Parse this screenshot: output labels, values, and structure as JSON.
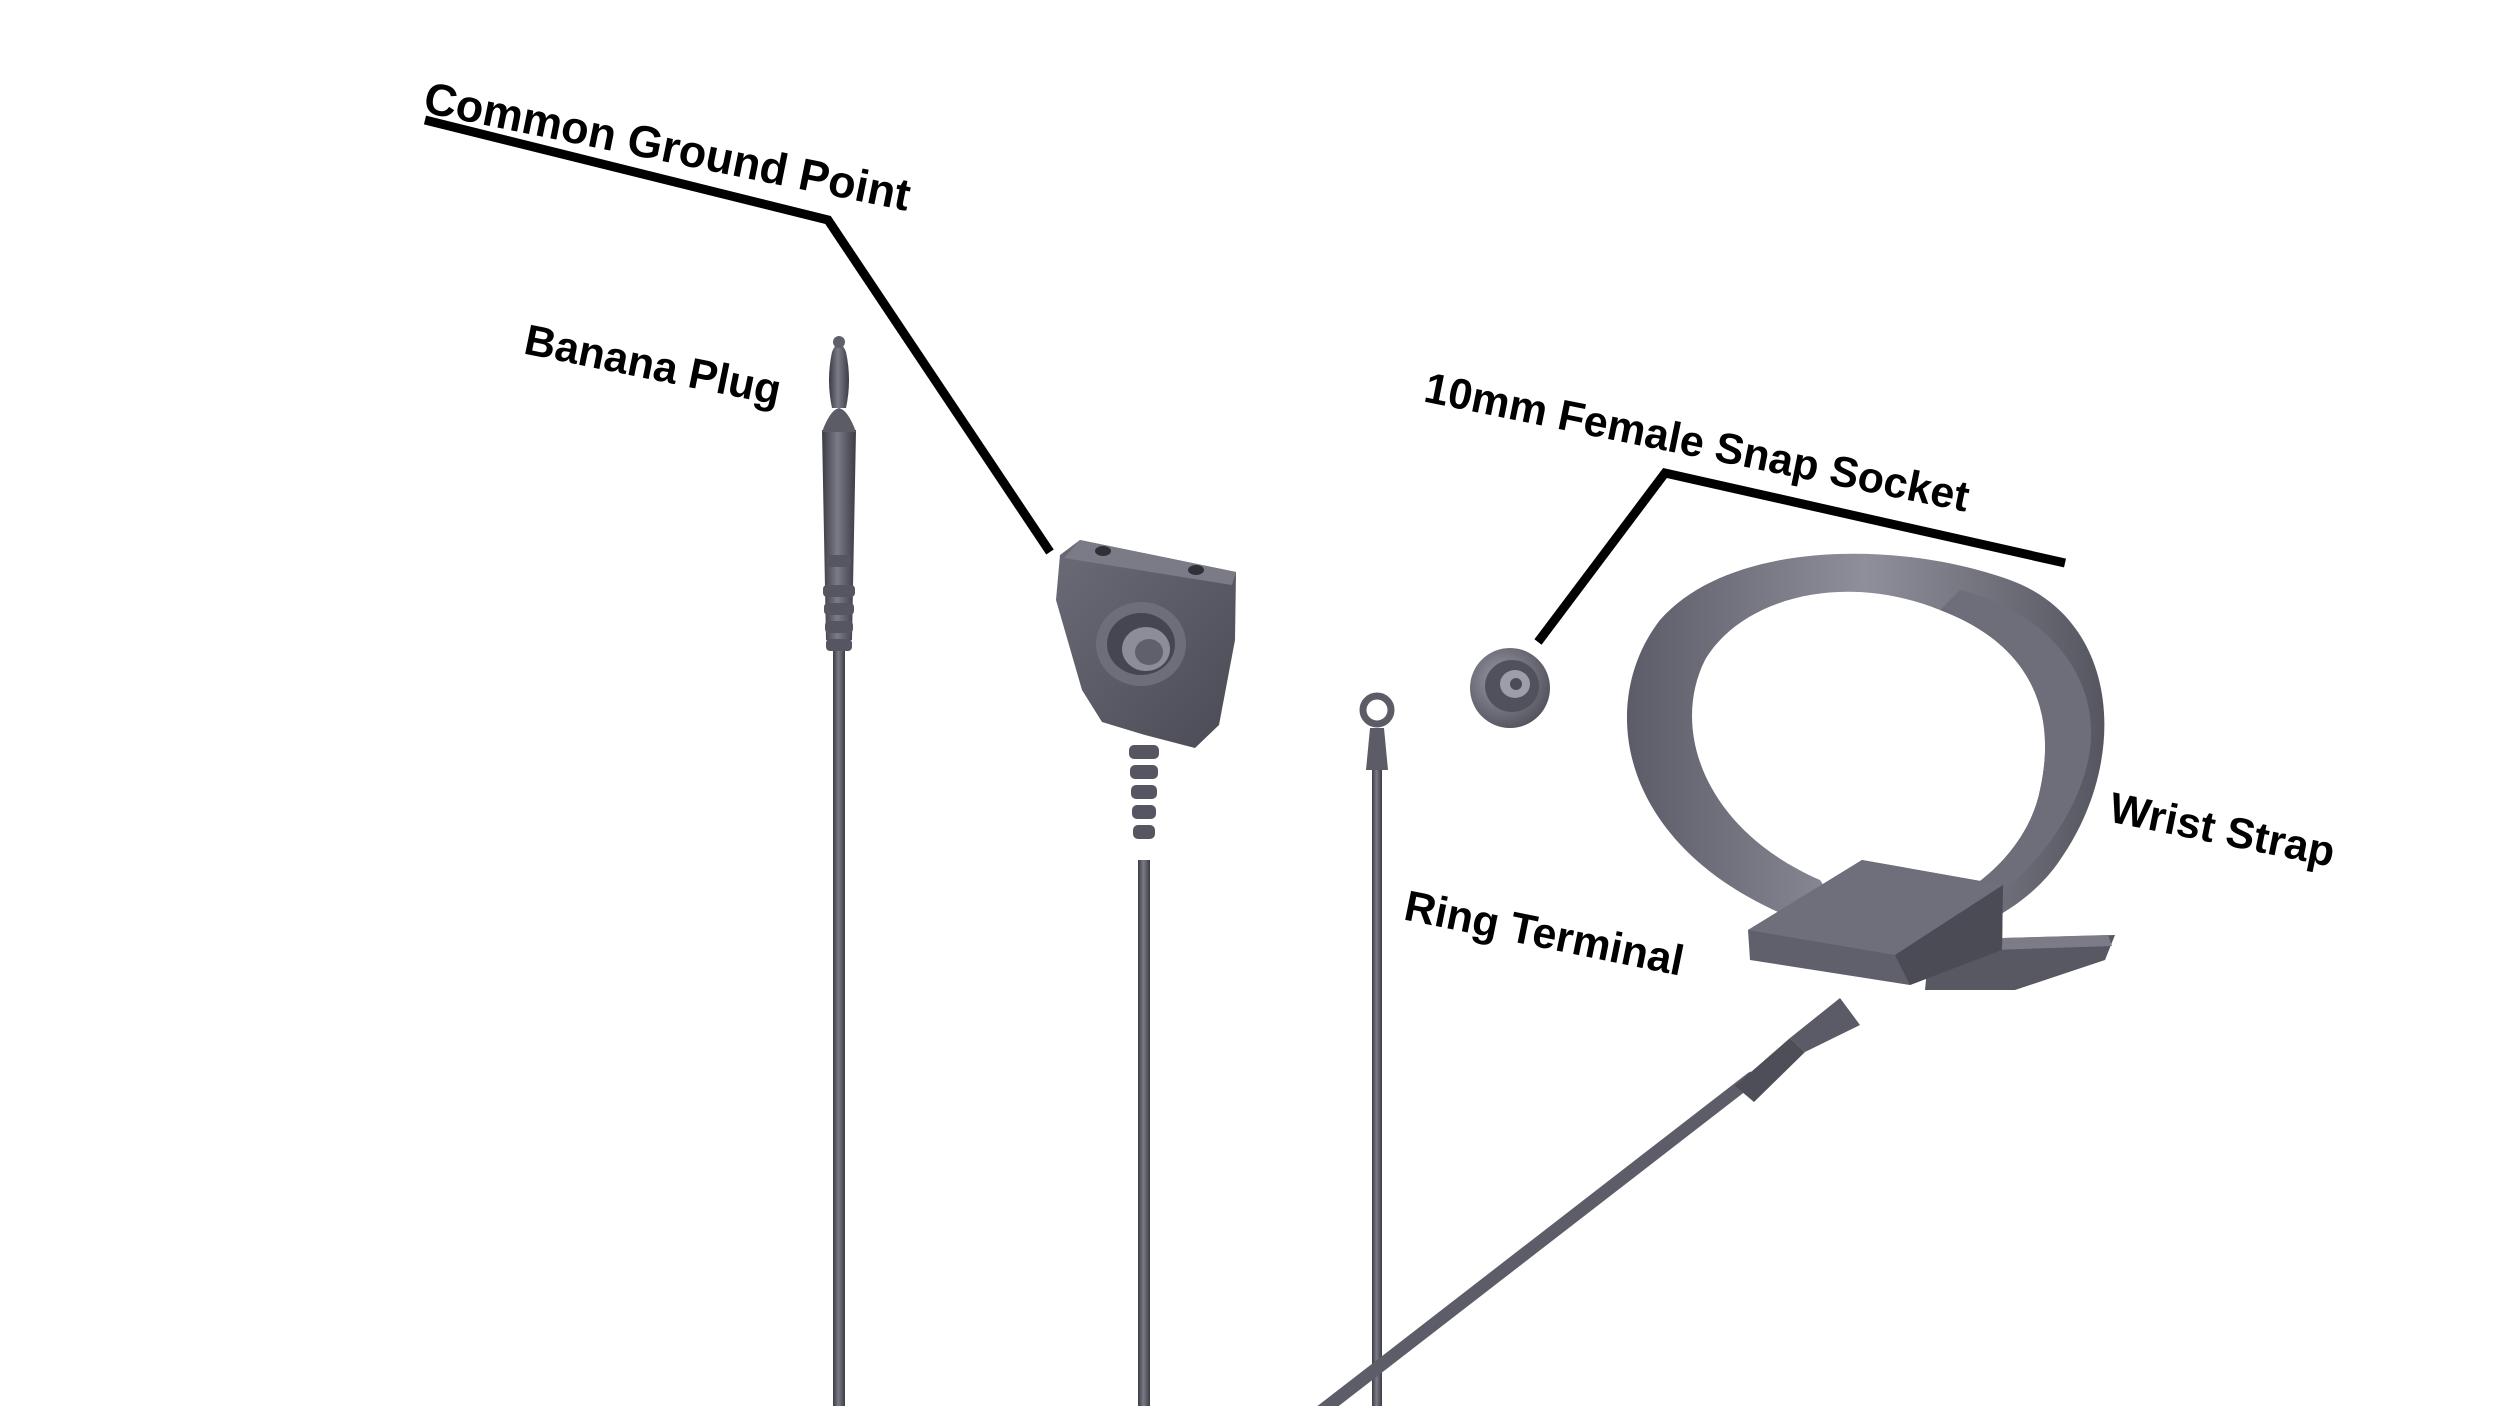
{
  "labels": {
    "common_ground_point": "Common Ground Point",
    "banana_plug": "Banana Plug",
    "snap_socket": "10mm Female Snap Socket",
    "ring_terminal": "Ring Terminal",
    "wrist_strap": "Wrist Strap"
  },
  "colors": {
    "background": "#ffffff",
    "part_dark": "#4a4b55",
    "part_mid": "#60616c",
    "part_light": "#8a8b96",
    "label_text": "#000000",
    "leader_line": "#000000"
  }
}
